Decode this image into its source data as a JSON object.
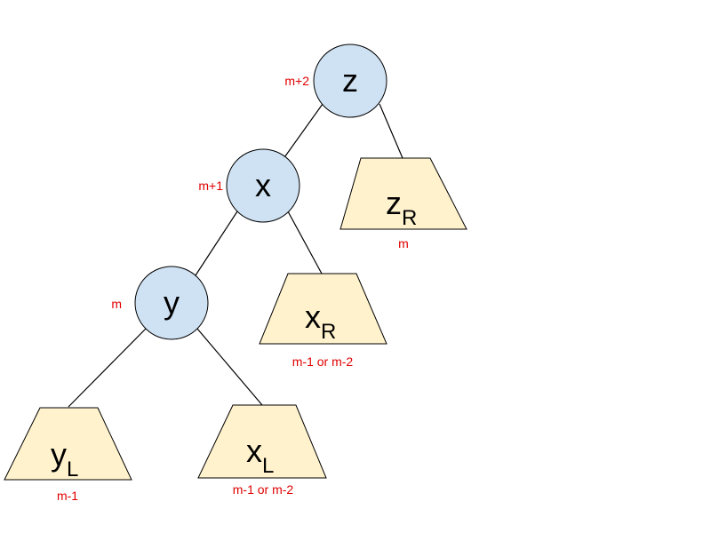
{
  "nodes": {
    "z": {
      "label": "z",
      "height": "m+2"
    },
    "x": {
      "label": "x",
      "height": "m+1"
    },
    "y": {
      "label": "y",
      "height": "m"
    }
  },
  "subtrees": {
    "zR": {
      "base": "z",
      "sub": "R",
      "height": "m"
    },
    "xR": {
      "base": "x",
      "sub": "R",
      "height": "m-1 or m-2"
    },
    "yL": {
      "base": "y",
      "sub": "L",
      "height": "m-1"
    },
    "xL": {
      "base": "x",
      "sub": "L",
      "height": "m-1 or m-2"
    }
  },
  "colors": {
    "node_fill": "#cfe2f3",
    "subtree_fill": "#fff2cc",
    "height_text": "#e00000"
  }
}
